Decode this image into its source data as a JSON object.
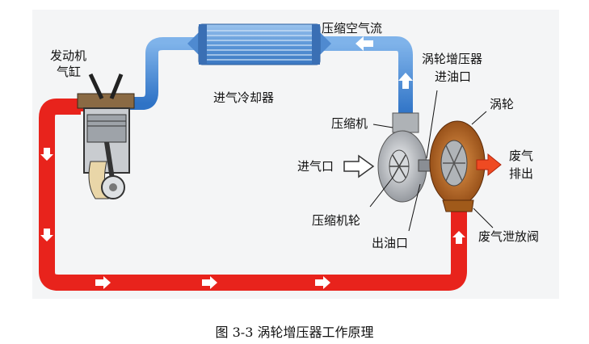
{
  "labels": {
    "engine_cylinder_line1": "发动机",
    "engine_cylinder_line2": "气缸",
    "intercooler": "进气冷却器",
    "compressed_air_flow": "压缩空气流",
    "turbo_oil_inlet_line1": "涡轮增压器",
    "turbo_oil_inlet_line2": "进油口",
    "turbine": "涡轮",
    "compressor": "压缩机",
    "air_inlet": "进气口",
    "exhaust_line1": "废气",
    "exhaust_line2": "排出",
    "compressor_wheel": "压缩机轮",
    "oil_outlet": "出油口",
    "wastegate": "废气泄放阀"
  },
  "caption": "图 3-3 涡轮增压器工作原理",
  "colors": {
    "exhaust_pipe": "#e8231c",
    "air_pipe": "#3a86d8",
    "intercooler_body": "#6aa4e0",
    "turbine_housing": "#b8651e",
    "compressor_housing": "#b9bcc0",
    "arrow_fill": "#ffffff"
  }
}
